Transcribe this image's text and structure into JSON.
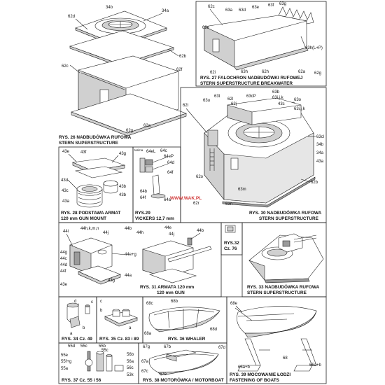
{
  "watermark": "WWW.WAK.PL",
  "figures": [
    {
      "id": "fig26",
      "caption": [
        "RYS. 26 NADBUDÓWKA RUFOWA",
        "STERN SUPERSTRUCTURE"
      ],
      "labels": [
        "34b",
        "34a",
        "62d",
        "62b",
        "62c",
        "62f",
        "62g",
        "62a"
      ]
    },
    {
      "id": "fig27",
      "caption": [
        "RYS. 27 FALOCHRON NADBUDÓWKI RUFOWEJ",
        "STERN SUPERSTRUCTURE BREAKWATER"
      ],
      "labels": [
        "62c",
        "63a",
        "63d",
        "63e",
        "63f",
        "63g",
        "62e",
        "63h(L+P)",
        "62i",
        "63h",
        "62h",
        "62a",
        "62g"
      ]
    },
    {
      "id": "fig30",
      "caption": [
        "RYS. 30 NADBUDÓWKA RUFOWA",
        "STERN SUPERSTRUCTURE"
      ],
      "labels": [
        "63t",
        "63cP",
        "63b",
        "63u",
        "62l",
        "63i,j,k",
        "43c",
        "63o",
        "63i,j,k",
        "62i",
        "62j",
        "63cl",
        "34b",
        "34a",
        "43a",
        "62o",
        "62b",
        "63m",
        "62r",
        "63n"
      ]
    },
    {
      "id": "fig28",
      "caption": [
        "RYS. 28 PODSTAWA ARMAT",
        "120 mm GUN MOUNT"
      ],
      "labels": [
        "43e",
        "43f",
        "43g",
        "43d",
        "43b",
        "43c",
        "43b",
        "43a"
      ]
    },
    {
      "id": "fig29",
      "caption": [
        "RYS.29",
        "VICKERS 12,7 mm"
      ],
      "labels": [
        "taśma",
        "64eL",
        "64c",
        "64eP",
        "64d",
        "64f",
        "64b",
        "64f",
        "64a"
      ]
    },
    {
      "id": "fig32",
      "caption": [
        "RYS.32",
        "Cz. 76"
      ],
      "labels": []
    },
    {
      "id": "fig31",
      "caption": [
        "RYS. 31 ARMATA 120 mm",
        "120 mm GUN"
      ],
      "labels": [
        "44h,k,m,n",
        "44j",
        "44b",
        "44i",
        "44h",
        "44e",
        "44b",
        "44g",
        "44c",
        "44e+g",
        "44d",
        "44f",
        "44j",
        "44a",
        "43g",
        "43e"
      ]
    },
    {
      "id": "fig33",
      "caption": [
        "RYS. 33 NADBUDÓWKA RUFOWA",
        "STERN SUPERSTRUCTURE"
      ],
      "labels": []
    },
    {
      "id": "fig34",
      "caption": [
        "RYS. 34 Cz. 49"
      ],
      "labels": [
        "d",
        "c",
        "a",
        "b"
      ]
    },
    {
      "id": "fig35",
      "caption": [
        "RYS. 35 Cz. 83 i 89"
      ],
      "labels": [
        "c",
        "b",
        "a"
      ]
    },
    {
      "id": "fig36",
      "caption": [
        "RYS. 36 WHALER"
      ],
      "labels": [
        "68b",
        "68c",
        "68d",
        "68a"
      ]
    },
    {
      "id": "fig39",
      "caption": [
        "RYS. 39 MOCOWANIE ŁODZI",
        "FASTENING OF BOATS"
      ],
      "labels": [
        "68e",
        "68",
        "66a+b",
        "66a+b"
      ]
    },
    {
      "id": "fig37",
      "caption": [
        "RYS. 37 Cz. 55 i 56"
      ],
      "labels": [
        "55d",
        "55c",
        "55b",
        "55c",
        "55e",
        "55f+g",
        "55a",
        "56b",
        "56a",
        "56c",
        "53k"
      ]
    },
    {
      "id": "fig38",
      "caption": [
        "RYS. 38 MOTORÓWKA / MOTORBOAT"
      ],
      "labels": [
        "67g",
        "67b",
        "67d",
        "67a",
        "67c",
        "67e"
      ]
    }
  ]
}
